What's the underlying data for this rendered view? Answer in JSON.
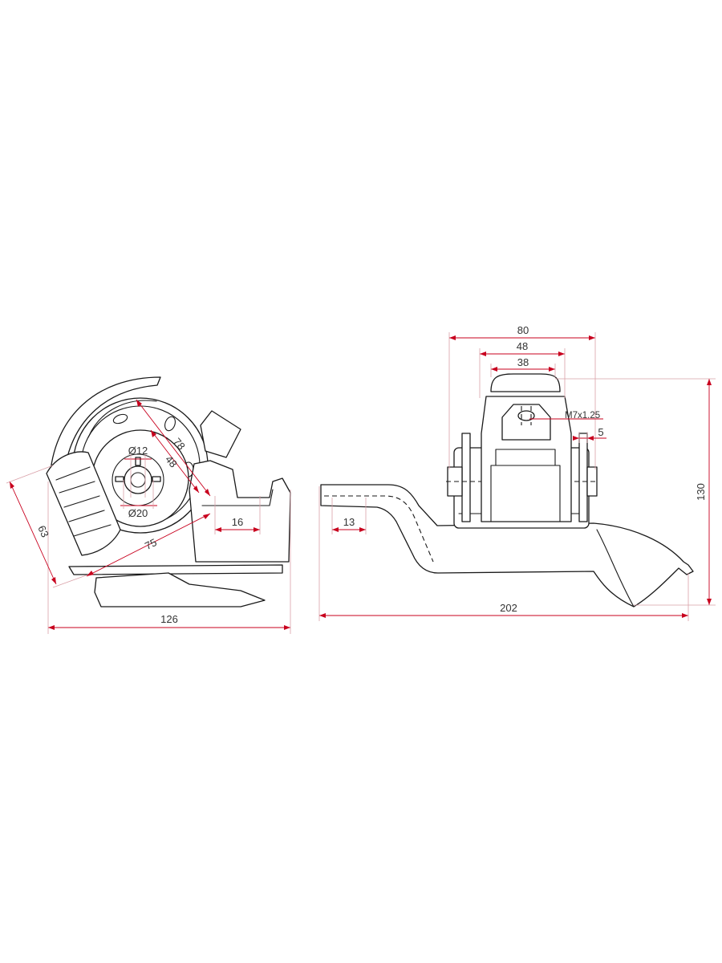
{
  "colors": {
    "outline": "#1a1a1a",
    "dimension": "#c8001e",
    "dimension_text": "#333333",
    "background": "#ffffff"
  },
  "front_view": {
    "dims": {
      "width": "126",
      "height_slant": "63",
      "arc_78": "78",
      "arc_48": "48",
      "hole_small": "Ø12",
      "hole_large": "Ø20",
      "diag_75": "75",
      "slot_16": "16"
    }
  },
  "side_view": {
    "dims": {
      "total_length": "202",
      "total_height": "130",
      "top_80": "80",
      "top_48": "48",
      "top_38": "38",
      "thread": "M7x1.25",
      "offset_5": "5",
      "tab_13": "13"
    }
  }
}
